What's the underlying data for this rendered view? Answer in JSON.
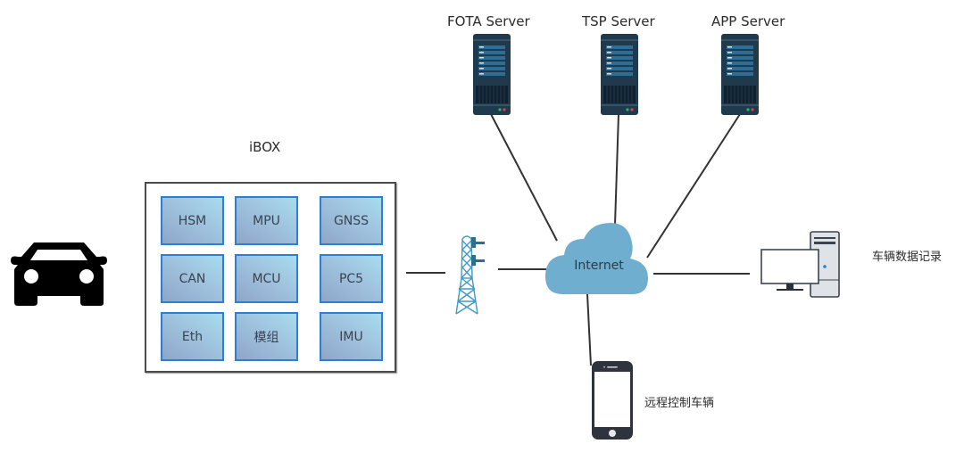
{
  "servers": [
    {
      "label": "FOTA Server"
    },
    {
      "label": "TSP Server"
    },
    {
      "label": "APP Server"
    }
  ],
  "ibox": {
    "title": "iBOX",
    "modules": [
      "HSM",
      "MPU",
      "GNSS",
      "CAN",
      "MCU",
      "PC5",
      "Eth",
      "模组",
      "IMU"
    ]
  },
  "internet": {
    "label": "Internet"
  },
  "endpoints": {
    "data_recorder": "车辆数据记录",
    "remote_control": "远程控制车辆"
  },
  "icons": {
    "vehicle": "car-icon",
    "tower": "cell-tower-icon",
    "cloud": "cloud-icon",
    "server": "server-icon",
    "computer": "desktop-computer-icon",
    "phone": "smartphone-icon"
  },
  "colors": {
    "server_body": "#1f3a4d",
    "server_panel": "#2d6e96",
    "cloud": "#70aed0",
    "tile_border": "#2f7fd0",
    "tower": "#3f9ac7",
    "line": "#333333"
  }
}
